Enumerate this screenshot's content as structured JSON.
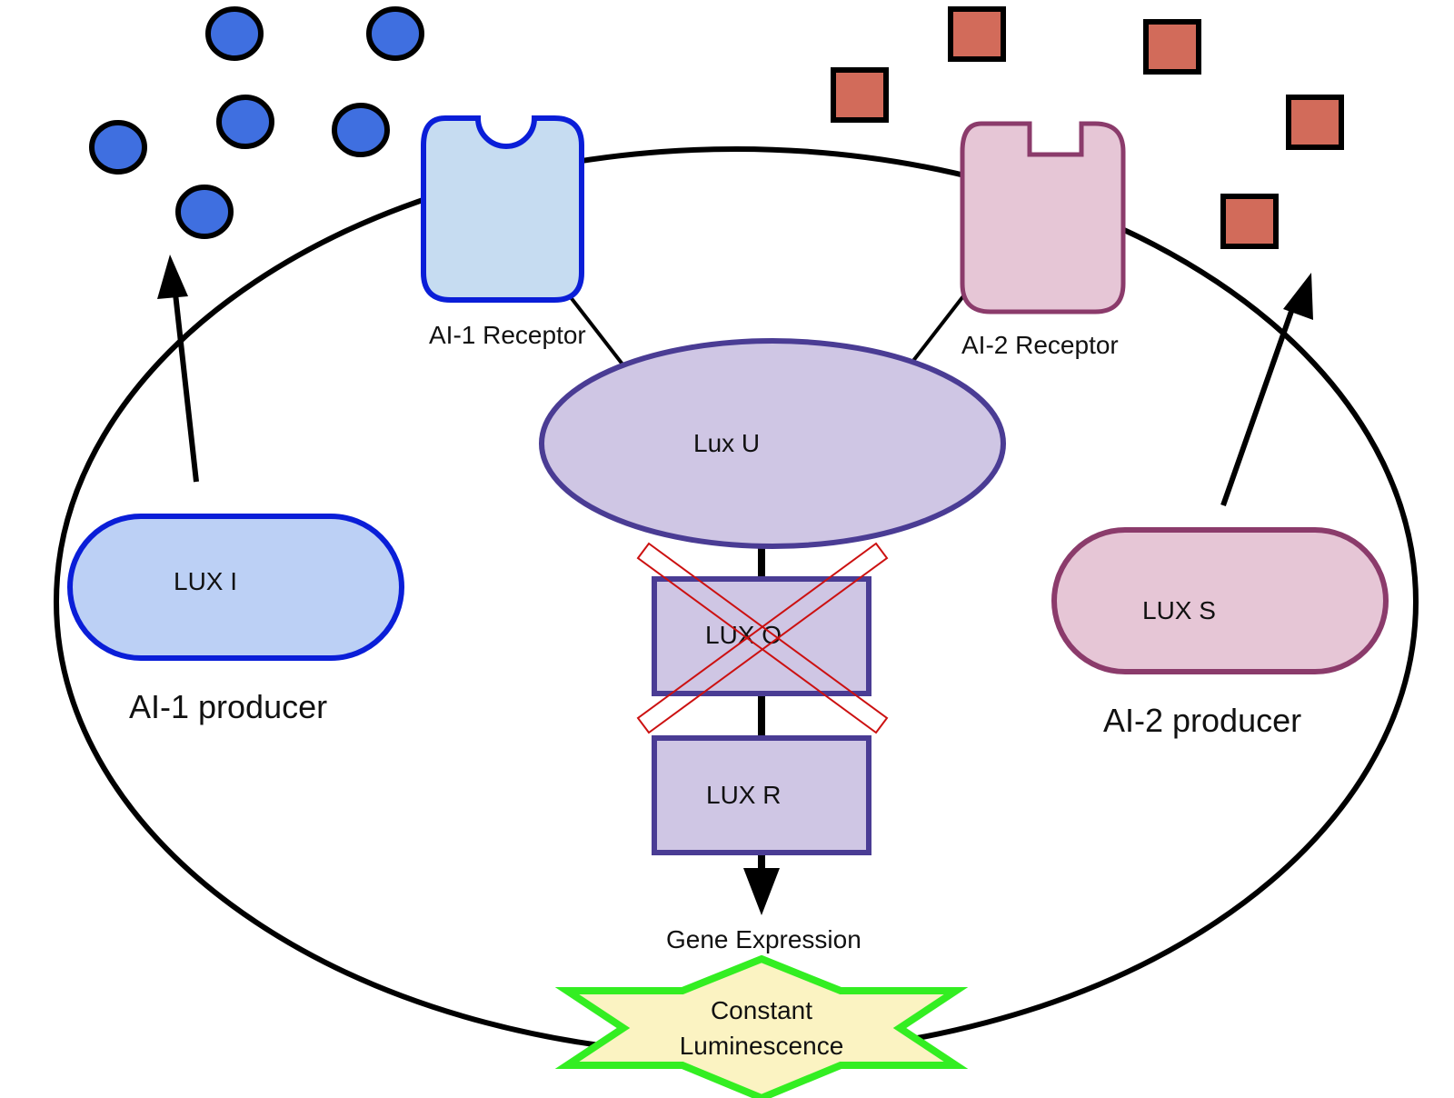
{
  "labels": {
    "ai1_receptor": "AI-1 Receptor",
    "ai2_receptor": "AI-2 Receptor",
    "lux_u": "Lux U",
    "lux_i": "LUX I",
    "lux_s": "LUX S",
    "lux_o": "LUX O",
    "lux_r": "LUX R",
    "ai1_producer": "AI-1 producer",
    "ai2_producer": "AI-2 producer",
    "gene_expression": "Gene Expression",
    "luminescence_line1": "Constant",
    "luminescence_line2": "Luminescence"
  },
  "colors": {
    "ai1_molecule_fill": "#3f6fe0",
    "ai2_molecule_fill": "#d26b5a",
    "ai1_receptor_fill": "#c6dcf1",
    "ai1_stroke": "#0a1ed8",
    "ai2_receptor_fill": "#e6c6d6",
    "ai2_stroke": "#8b3b6b",
    "lux_i_fill": "#bcd0f5",
    "lux_s_fill": "#e6c6d6",
    "lux_purple_fill": "#cfc6e4",
    "lux_purple_stroke": "#4a3c94",
    "knockout_cross": "#cc1111",
    "star_fill": "#fbf3c2",
    "star_stroke": "#33ee22"
  },
  "markers": {
    "lux_o_knocked_out": true
  }
}
